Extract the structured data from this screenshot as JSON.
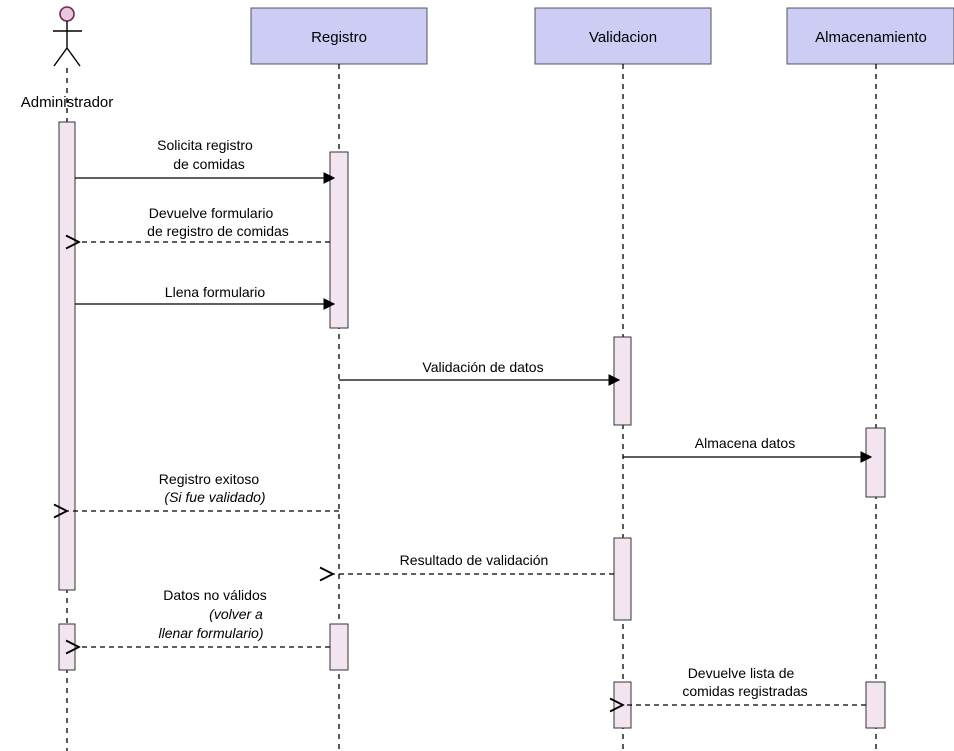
{
  "diagram": {
    "actor": {
      "name": "Administrador"
    },
    "participants": {
      "registro": "Registro",
      "validacion": "Validacion",
      "almacenamiento": "Almacenamiento"
    },
    "messages": {
      "m1": {
        "line1": "Solicita registro",
        "line2": "de comidas"
      },
      "m2": {
        "line1": "Devuelve formulario",
        "line2": "de registro de comidas"
      },
      "m3": {
        "line1": "Llena formulario"
      },
      "m4": {
        "line1": "Validación de datos"
      },
      "m5": {
        "line1": "Almacena datos"
      },
      "m6": {
        "line1": "Registro exitoso",
        "line2": "(Si fue validado)"
      },
      "m7": {
        "line1": "Resultado de validación"
      },
      "m8": {
        "line1": "Datos no válidos",
        "line2": "(volver a",
        "line3": "llenar formulario)"
      },
      "m9": {
        "line1": "Devuelve lista de",
        "line2": "comidas registradas"
      }
    }
  }
}
